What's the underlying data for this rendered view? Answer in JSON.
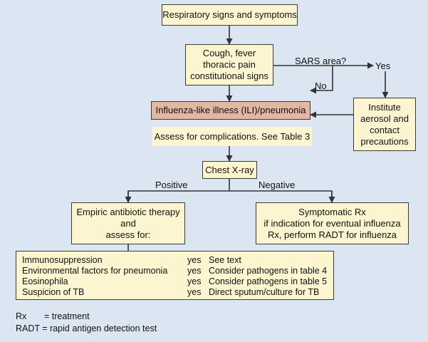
{
  "boxes": {
    "respiratory": "Respiratory signs and symptoms",
    "cough": [
      "Cough, fever",
      "thoracic pain",
      "constitutional signs"
    ],
    "ili": "Influenza-like illness (ILI)/pneumonia",
    "precautions": [
      "Institute",
      "aerosol and",
      "contact",
      "precautions"
    ],
    "assess": "Assess for complications. See Table 3",
    "xray": "Chest X-ray",
    "empiric": [
      "Empiric antibiotic therapy",
      "and",
      "assess for:"
    ],
    "symptomatic": [
      "Symptomatic Rx",
      "if indication for eventual influenza",
      "Rx, perform RADT for influenza"
    ]
  },
  "labels": {
    "sars": "SARS area?",
    "yes": "Yes",
    "no": "No",
    "positive": "Positive",
    "negative": "Negative"
  },
  "findings": [
    {
      "finding": "Immunosuppression",
      "answer": "yes",
      "action": "See text"
    },
    {
      "finding": "Environmental factors for pneumonia",
      "answer": "yes",
      "action": "Consider pathogens in table 4"
    },
    {
      "finding": "Eosinophila",
      "answer": "yes",
      "action": "Consider pathogens in table 5"
    },
    {
      "finding": "Suspicion of TB",
      "answer": "yes",
      "action": "Direct sputum/culture for TB"
    }
  ],
  "legend": [
    {
      "abbr": "Rx",
      "def": "= treatment"
    },
    {
      "abbr": "RADT",
      "def": "= rapid antigen detection test"
    }
  ],
  "colors": {
    "background": "#dbe6f2",
    "box_fill": "#fdf5cf",
    "ili_fill": "#e4b7a1",
    "line": "#333333"
  }
}
